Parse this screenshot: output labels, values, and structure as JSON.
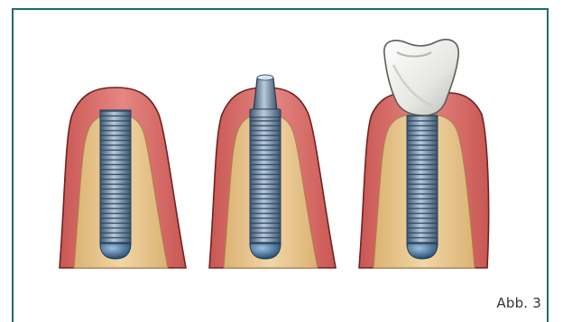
{
  "figure": {
    "caption": "Abb. 3",
    "panels": [
      {
        "stage": "implant-only"
      },
      {
        "stage": "implant-with-abutment"
      },
      {
        "stage": "implant-with-crown"
      }
    ]
  },
  "colors": {
    "frame": "#1f6b6e",
    "gum": "#d9706d",
    "gum_edge": "#8a2b2a",
    "bone": "#e9c98f",
    "implant": "#6f8fa7",
    "implant_dark": "#34506a",
    "crown": "#f2f2f0"
  }
}
